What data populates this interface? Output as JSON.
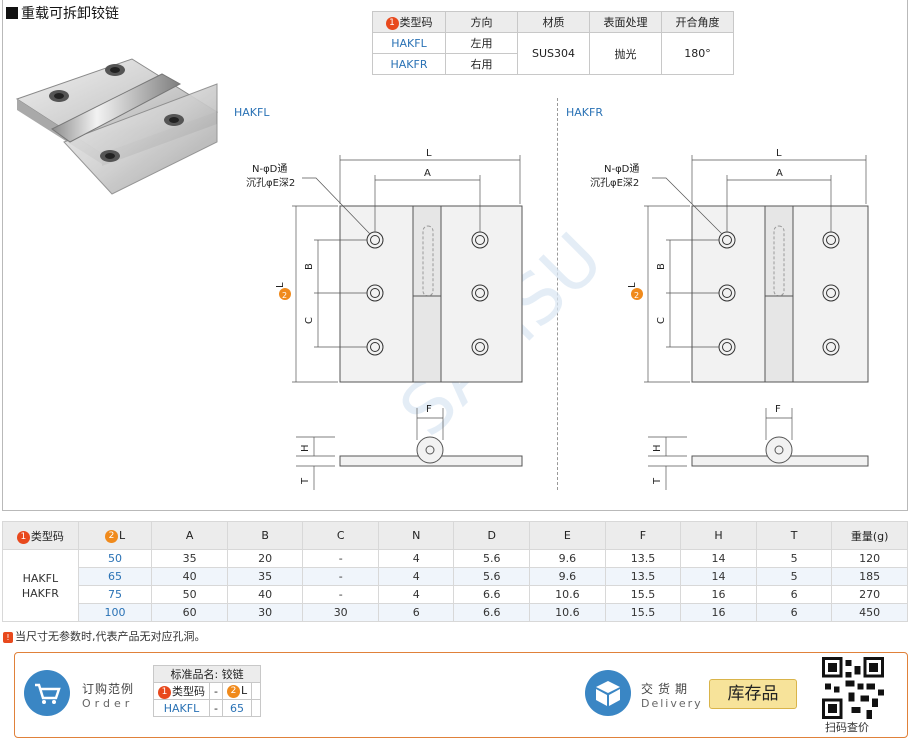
{
  "title": "重载可拆卸铰链",
  "spec_table": {
    "headers": [
      "类型码",
      "方向",
      "材质",
      "表面处理",
      "开合角度"
    ],
    "badge": "1",
    "rows": [
      {
        "type": "HAKFL",
        "direction": "左用"
      },
      {
        "type": "HAKFR",
        "direction": "右用"
      }
    ],
    "material": "SUS304",
    "surface": "抛光",
    "angle": "180°"
  },
  "drawings": {
    "left_label": "HAKFL",
    "right_label": "HAKFR",
    "hole_note_1": "N-φD通",
    "hole_note_2": "沉孔φE深2",
    "dim_L": "L",
    "dim_A": "A",
    "dim_B": "B",
    "dim_C": "C",
    "dim_F": "F",
    "dim_H": "H",
    "dim_T": "T",
    "badge2": "2",
    "watermark": "SAMSU"
  },
  "dim_table": {
    "headers": [
      "类型码",
      "L",
      "A",
      "B",
      "C",
      "N",
      "D",
      "E",
      "F",
      "H",
      "T",
      "重量(g)"
    ],
    "type_codes": [
      "HAKFL",
      "HAKFR"
    ],
    "rows": [
      [
        "50",
        "35",
        "20",
        "-",
        "4",
        "5.6",
        "9.6",
        "13.5",
        "14",
        "5",
        "120"
      ],
      [
        "65",
        "40",
        "35",
        "-",
        "4",
        "5.6",
        "9.6",
        "13.5",
        "14",
        "5",
        "185"
      ],
      [
        "75",
        "50",
        "40",
        "-",
        "4",
        "6.6",
        "10.6",
        "15.5",
        "16",
        "6",
        "270"
      ],
      [
        "100",
        "60",
        "30",
        "30",
        "6",
        "6.6",
        "10.6",
        "15.5",
        "16",
        "6",
        "450"
      ]
    ]
  },
  "note": "当尺寸无参数时,代表产品无对应孔洞。",
  "order": {
    "title": "订购范例",
    "subtitle": "Order",
    "std_name": "标准品名: 铰链",
    "col1": "类型码",
    "dash": "-",
    "col2": "L",
    "val1": "HAKFL",
    "val2": "65"
  },
  "delivery": {
    "title": "交货期",
    "subtitle": "Delivery",
    "stock": "库存品"
  },
  "qr": {
    "caption": "扫码查价"
  },
  "colors": {
    "accent": "#2a72b5",
    "badge": "#e8491d",
    "order_border": "#e0813a"
  }
}
